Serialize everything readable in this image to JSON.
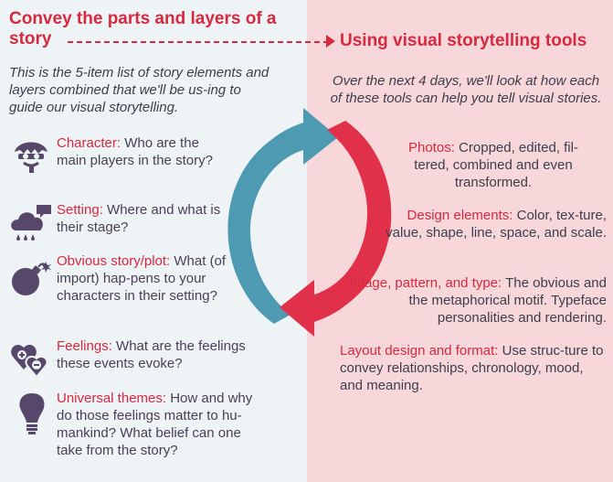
{
  "left_title": "Convey the parts and layers of a\nstory",
  "right_title": "Using visual storytelling tools",
  "left_intro": "This is the 5-item list of story elements and layers combined that we'll be us-ing to guide our visual storytelling.",
  "right_intro": "Over the next 4 days, we'll look at how each of these tools can help you tell visual stories.",
  "elements": [
    {
      "label": "Character:",
      "text": " Who are the main players in the story?",
      "icon": "character-icon"
    },
    {
      "label": "Setting:",
      "text": " Where and what is their stage?",
      "icon": "cloud-rain-icon"
    },
    {
      "label": "Obvious story/plot:",
      "text": " What (of import) hap-pens to your characters in their setting?",
      "icon": "bomb-icon"
    },
    {
      "label": "Feelings:",
      "text": " What are the feelings these events evoke?",
      "icon": "hearts-icon"
    },
    {
      "label": "Universal themes:",
      "text": " How and why do those feelings matter to hu-mankind? What belief can one take from the story?",
      "icon": "lightbulb-icon"
    }
  ],
  "tools": [
    {
      "label": "Photos:",
      "text": " Cropped, edited, fil-tered, combined and even transformed."
    },
    {
      "label": "Design elements:",
      "text": " Color, tex-ture, value, shape, line, space, and scale."
    },
    {
      "label": "Image, pattern, and type:",
      "text": " The obvious and the metaphorical motif. Typeface personalities and rendering."
    },
    {
      "label": "Layout design and format:",
      "text": " Use struc-ture to convey relationships, chronology, mood, and meaning."
    }
  ],
  "colors": {
    "accent": "#d7293f",
    "blue_arrow": "#4e9ab2",
    "red_arrow": "#e0304a",
    "icon": "#56476b"
  }
}
